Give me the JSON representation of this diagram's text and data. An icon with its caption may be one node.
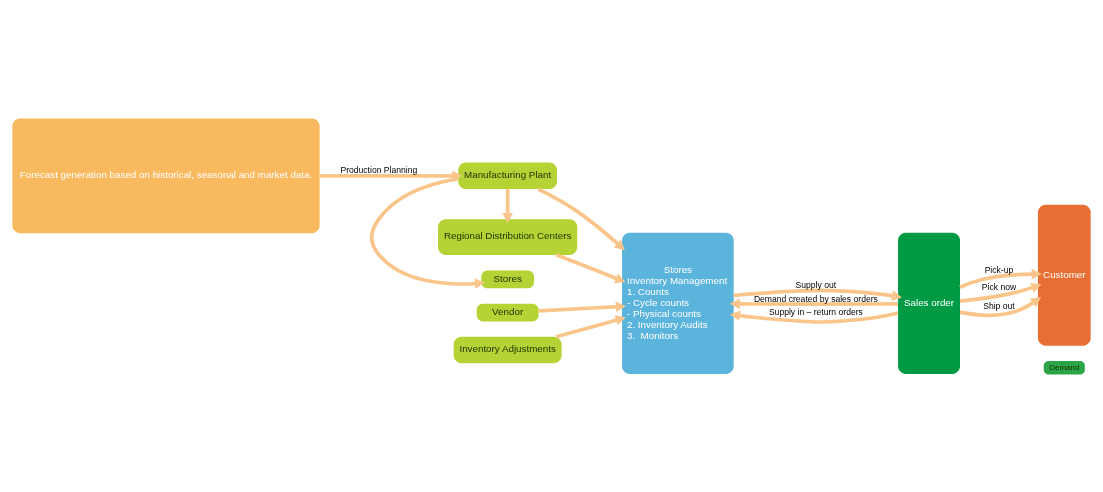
{
  "diagram": {
    "nodes": [
      {
        "text": [
          "Forecast generation based on historical, seasonal and market data."
        ]
      },
      {
        "text": [
          "Stores"
        ]
      },
      {
        "text": [
          "Manufacturing Plant"
        ]
      },
      {
        "text": [
          "Regional Distribution Centers"
        ]
      },
      {
        "text": [
          "Vendor"
        ]
      },
      {
        "text": [
          "Inventory Adjustments"
        ]
      },
      {
        "text": [
          "Stores",
          "Inventory Management",
          "1. Counts",
          "- Cycle counts",
          "- Physical counts",
          "2. Inventory Audits",
          "3.  Monitors"
        ]
      },
      {
        "text": [
          "Sales order"
        ]
      },
      {
        "text": [
          "Customer"
        ]
      }
    ],
    "edges": [
      {
        "from": 0,
        "to": 2,
        "arrow": "to",
        "label": "Production Planning"
      },
      {
        "from": 2,
        "to": 1,
        "arrow": "to"
      },
      {
        "from": 2,
        "to": 3,
        "arrow": "to"
      },
      {
        "from": 2,
        "to": 6,
        "arrow": "to"
      },
      {
        "from": 3,
        "to": 6,
        "arrow": "to"
      },
      {
        "from": 4,
        "to": 6,
        "arrow": "to"
      },
      {
        "from": 5,
        "to": 6,
        "arrow": "to"
      },
      {
        "from": 7,
        "to": 6,
        "arrow": "to",
        "label": "Demand created by sales orders"
      },
      {
        "from": 6,
        "to": 7,
        "arrow": "to",
        "label": "Supply out"
      },
      {
        "from": 7,
        "to": 6,
        "arrow": "to",
        "label": "Supply in – return orders"
      },
      {
        "from": 7,
        "to": 8,
        "arrow": "to",
        "label": "Pick-up"
      },
      {
        "from": 7,
        "to": 8,
        "arrow": "to",
        "label": "Pick now"
      },
      {
        "from": 7,
        "to": 8,
        "arrow": "to",
        "label": "Ship out"
      }
    ],
    "labels": [
      "Demand"
    ]
  }
}
